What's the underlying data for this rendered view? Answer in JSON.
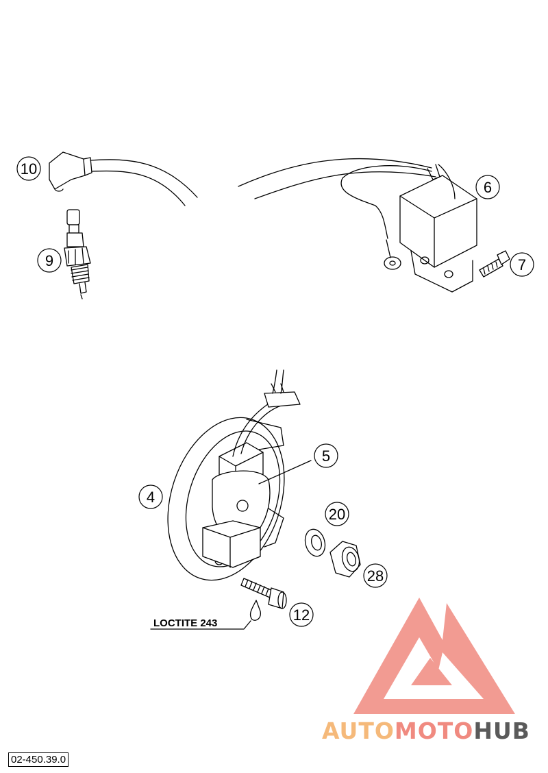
{
  "callouts": {
    "c4": "4",
    "c5": "5",
    "c6": "6",
    "c7": "7",
    "c9": "9",
    "c10": "10",
    "c12": "12",
    "c20": "20",
    "c28": "28"
  },
  "note": "LOCTITE 243",
  "reference": "02-450.39.0",
  "watermark": {
    "part1": "AUTO",
    "part2": "MOTO",
    "part3": "HUB",
    "color1": "#f5b97a",
    "color2": "#f08a80",
    "color3": "#5a5a5a"
  },
  "icons": [
    "spark-plug-cap",
    "spark-plug",
    "ignition-coil",
    "coil-bolt",
    "stator",
    "pulse-generator",
    "washer",
    "nut",
    "screw",
    "loctite-drop",
    "brand-logo"
  ]
}
